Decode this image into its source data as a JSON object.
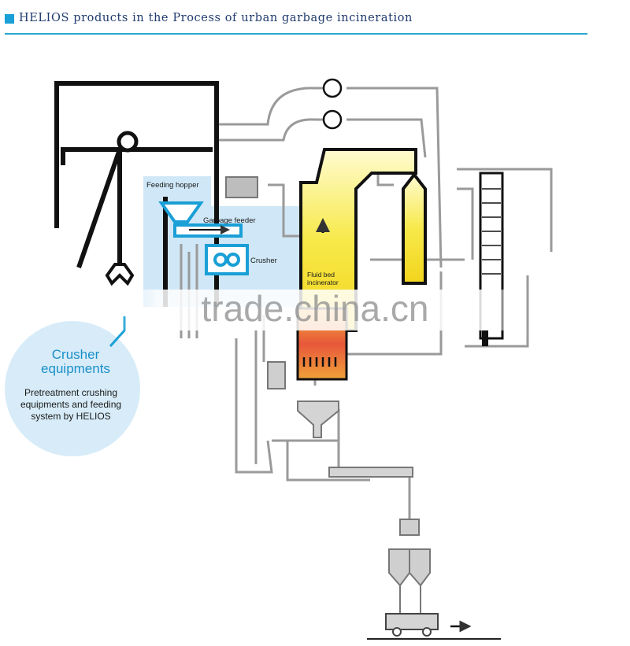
{
  "header": {
    "title": "HELIOS products in the Process of urban garbage incineration"
  },
  "labels": {
    "feeding_hopper": "Feeding hopper",
    "garbage_feeder": "Garbage feeder",
    "crusher": "Crusher",
    "fluid_bed_line1": "Fluid bed",
    "fluid_bed_line2": "incinerator"
  },
  "callout": {
    "title_line1": "Crusher",
    "title_line2": "equipments",
    "desc_line1": "Pretreatment crushing",
    "desc_line2": "equipments and feeding",
    "desc_line3": "system by HELIOS"
  },
  "watermark": "trade.china.cn",
  "colors": {
    "accent_blue": "#1a9fd6",
    "callout_fill": "#d7ecf8",
    "incinerator_yellow": "#f7e94a",
    "hot_red": "#e8573a",
    "pipe_gray": "#9a9a9a",
    "frame_black": "#111111"
  }
}
